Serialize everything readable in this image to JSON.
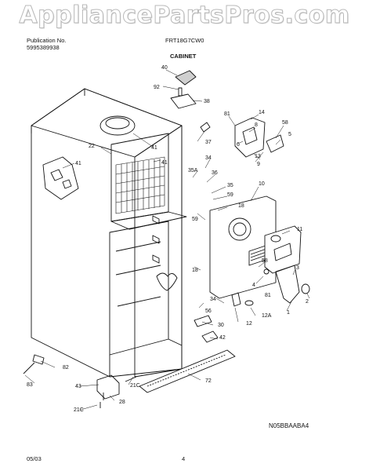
{
  "watermark": "AppliancePartsPros.com",
  "header": {
    "publication_label": "Publication No.",
    "publication_number": "5995389938",
    "model": "FRT18G7CW0",
    "section_title": "CABINET"
  },
  "diagram": {
    "callouts": [
      "40",
      "92",
      "38",
      "81",
      "14",
      "8",
      "58",
      "5",
      "6",
      "37",
      "22",
      "41",
      "41",
      "41",
      "9",
      "13",
      "34",
      "35A",
      "36",
      "35",
      "10",
      "59",
      "18",
      "59",
      "11",
      "3",
      "58",
      "18",
      "4",
      "2",
      "81",
      "34",
      "56",
      "12",
      "12A",
      "1",
      "30",
      "42",
      "82",
      "83",
      "21C",
      "72",
      "43",
      "28",
      "21C"
    ]
  },
  "footer": {
    "date": "05/03",
    "page_number": "4",
    "figure_code": "N05BBAABA4"
  }
}
